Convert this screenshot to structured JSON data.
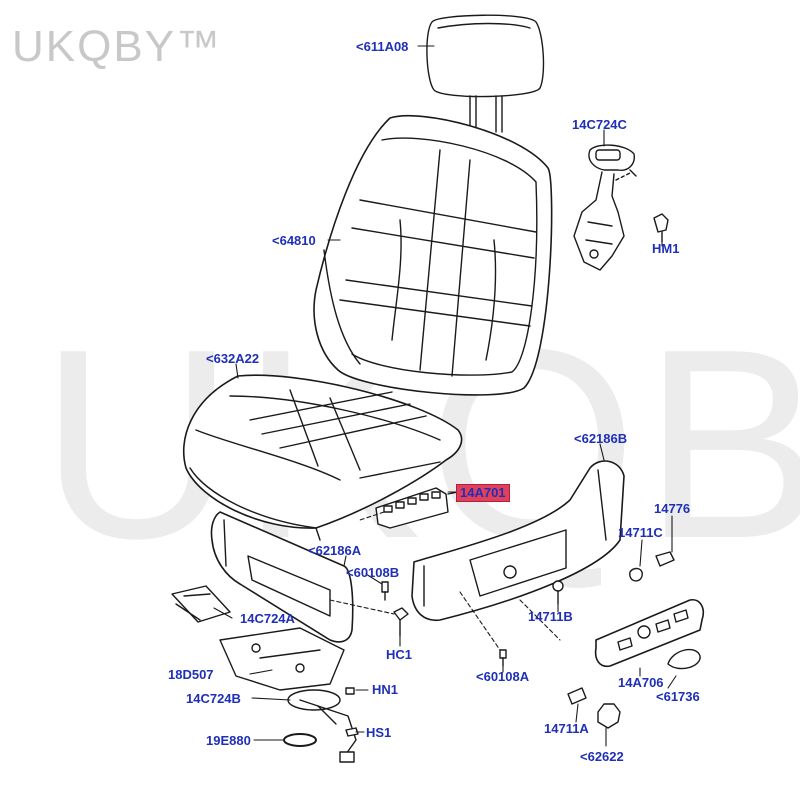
{
  "watermark": {
    "small": "UKQBY™",
    "large": "UKQBY™"
  },
  "colors": {
    "label": "#1f2fb8",
    "highlight": "#e0405a",
    "line": "#1a1a1a"
  },
  "callouts": {
    "headrest": "<611A08",
    "belt_retractor": "14C724C",
    "clip_hm1": "HM1",
    "backrest_cover": "<64810",
    "cushion_cover": "<632A22",
    "right_shield": "<62186B",
    "switch_module": "14A701",
    "knob_14776": "14776",
    "cap_14711c": "14711C",
    "left_shield": "<62186A",
    "screw_60108b": "<60108B",
    "bolt_14711b": "14711B",
    "module_14c724a": "14C724A",
    "clip_hc1": "HC1",
    "mat_18d507": "18D507",
    "screw_60108a": "<60108A",
    "switch_14a706": "14A706",
    "cover_61736": "<61736",
    "nut_hn1": "HN1",
    "sensor_14c724b": "14C724B",
    "clip_hs1": "HS1",
    "ring_19e880": "19E880",
    "cap_14711a": "14711A",
    "knob_62622": "<62622"
  }
}
